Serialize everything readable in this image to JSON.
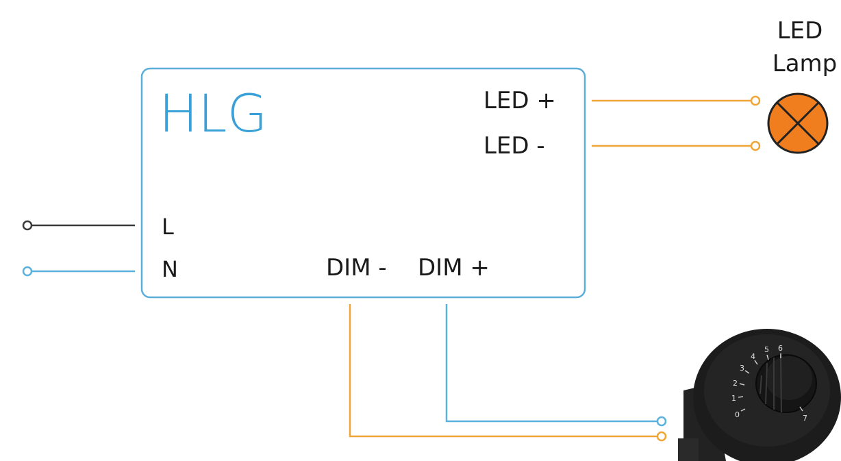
{
  "driver": {
    "title": "HLG",
    "terminals": {
      "led_plus": "LED +",
      "led_minus": "LED -",
      "line": "L",
      "neutral": "N",
      "dim_minus": "DIM -",
      "dim_plus": "DIM +"
    }
  },
  "lamp": {
    "label_line1": "LED",
    "label_line2": "Lamp"
  },
  "dimmer": {
    "dial_numbers": [
      "0",
      "1",
      "2",
      "3",
      "4",
      "5",
      "6",
      "7"
    ]
  },
  "colors": {
    "box_outline": "#5aaed8",
    "title": "#3aa0d8",
    "orange_wire": "#f0a637",
    "blue_wire": "#5ab2dc",
    "black_wire": "#3a3a3a",
    "lamp_fill": "#f07d1e",
    "lamp_stroke": "#222222",
    "dimmer_body": "#1c1c1c"
  }
}
